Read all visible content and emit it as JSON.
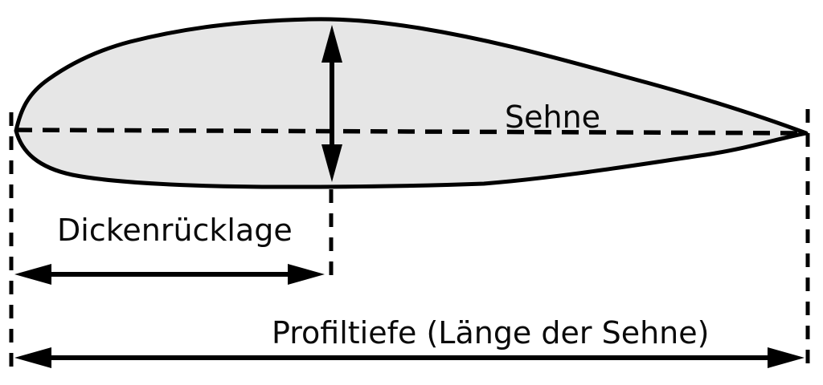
{
  "diagram": {
    "type": "airfoil-profile-diagram",
    "labels": {
      "chord": "Sehne",
      "thickness_position": "Dickenrücklage",
      "profile_depth": "Profiltiefe (Länge der Sehne)"
    },
    "colors": {
      "fill": "#e6e6e6",
      "line": "#000000",
      "background": "#ffffff"
    },
    "measurements": [
      {
        "name": "max-thickness",
        "indicator": "vertical-double-arrow"
      },
      {
        "name": "thickness-position",
        "indicator": "horizontal-double-arrow",
        "label_key": "thickness_position"
      },
      {
        "name": "chord-length",
        "indicator": "horizontal-double-arrow",
        "label_key": "profile_depth"
      }
    ]
  }
}
